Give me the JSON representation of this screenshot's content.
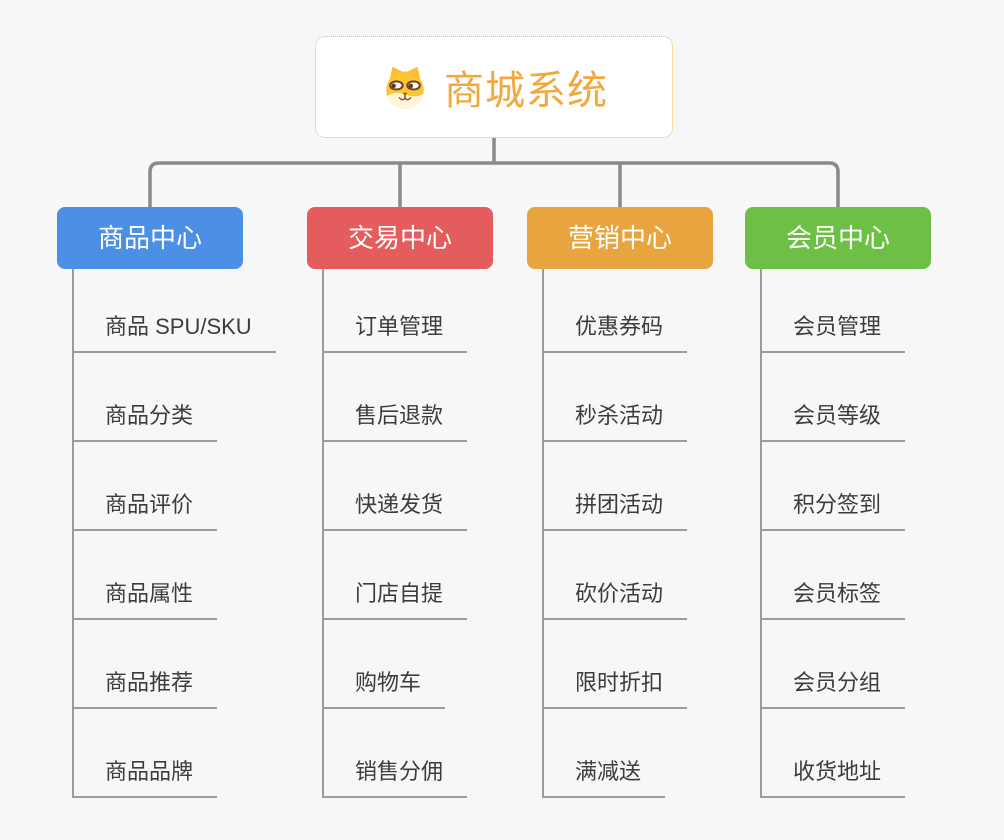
{
  "root": {
    "title": "商城系统",
    "icon": "dog-face-icon"
  },
  "branches": [
    {
      "label": "商品中心",
      "color": "#4B90E4",
      "items": [
        "商品 SPU/SKU",
        "商品分类",
        "商品评价",
        "商品属性",
        "商品推荐",
        "商品品牌"
      ]
    },
    {
      "label": "交易中心",
      "color": "#E45C5C",
      "items": [
        "订单管理",
        "售后退款",
        "快递发货",
        "门店自提",
        "购物车",
        "销售分佣"
      ]
    },
    {
      "label": "营销中心",
      "color": "#E8A53F",
      "items": [
        "优惠券码",
        "秒杀活动",
        "拼团活动",
        "砍价活动",
        "限时折扣",
        "满减送"
      ]
    },
    {
      "label": "会员中心",
      "color": "#6DC045",
      "items": [
        "会员管理",
        "会员等级",
        "积分签到",
        "会员标签",
        "会员分组",
        "收货地址"
      ]
    }
  ],
  "colors": {
    "background": "#f7f7f7",
    "root_title": "#F2A83C",
    "root_border": "#F2B45A",
    "connector": "#8a8a8a",
    "item_line": "#9c9c9c",
    "item_text": "#3c3c3c",
    "header_text": "#ffffff"
  }
}
